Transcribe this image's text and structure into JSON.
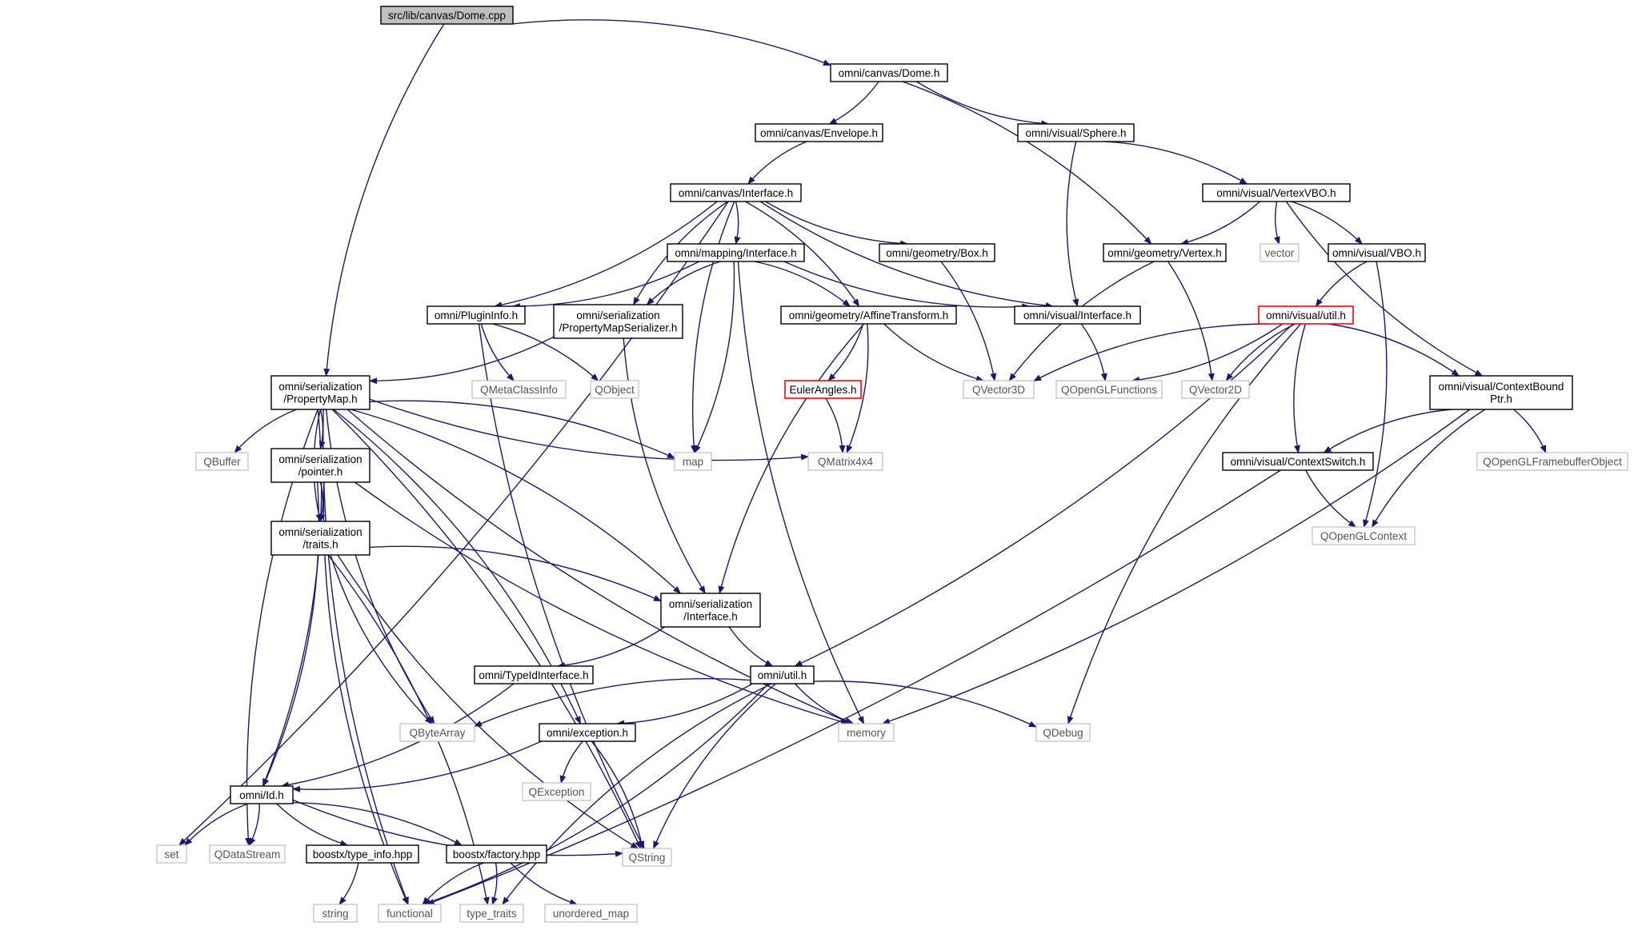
{
  "diagram": {
    "nodes": [
      {
        "id": "dome_cpp",
        "lines": [
          "src/lib/canvas/Dome.cpp"
        ],
        "style": "root"
      },
      {
        "id": "dome_h",
        "lines": [
          "omni/canvas/Dome.h"
        ],
        "style": "normal"
      },
      {
        "id": "envelope_h",
        "lines": [
          "omni/canvas/Envelope.h"
        ],
        "style": "normal"
      },
      {
        "id": "sphere_h",
        "lines": [
          "omni/visual/Sphere.h"
        ],
        "style": "normal"
      },
      {
        "id": "canvas_interface_h",
        "lines": [
          "omni/canvas/Interface.h"
        ],
        "style": "normal"
      },
      {
        "id": "vertexvbo_h",
        "lines": [
          "omni/visual/VertexVBO.h"
        ],
        "style": "normal"
      },
      {
        "id": "mapping_interface_h",
        "lines": [
          "omni/mapping/Interface.h"
        ],
        "style": "normal"
      },
      {
        "id": "box_h",
        "lines": [
          "omni/geometry/Box.h"
        ],
        "style": "normal"
      },
      {
        "id": "vertex_h",
        "lines": [
          "omni/geometry/Vertex.h"
        ],
        "style": "normal"
      },
      {
        "id": "vector",
        "lines": [
          "vector"
        ],
        "style": "system"
      },
      {
        "id": "vbo_h",
        "lines": [
          "omni/visual/VBO.h"
        ],
        "style": "normal"
      },
      {
        "id": "plugininfo_h",
        "lines": [
          "omni/PluginInfo.h"
        ],
        "style": "normal"
      },
      {
        "id": "pmserializer_h",
        "lines": [
          "omni/serialization",
          "/PropertyMapSerializer.h"
        ],
        "style": "normal"
      },
      {
        "id": "affine_h",
        "lines": [
          "omni/geometry/AffineTransform.h"
        ],
        "style": "normal"
      },
      {
        "id": "visual_interface_h",
        "lines": [
          "omni/visual/Interface.h"
        ],
        "style": "normal"
      },
      {
        "id": "util_visual_h",
        "lines": [
          "omni/visual/util.h"
        ],
        "style": "highlight"
      },
      {
        "id": "propertymap_h",
        "lines": [
          "omni/serialization",
          "/PropertyMap.h"
        ],
        "style": "normal"
      },
      {
        "id": "qmetaclassinfo",
        "lines": [
          "QMetaClassInfo"
        ],
        "style": "system"
      },
      {
        "id": "qobject",
        "lines": [
          "QObject"
        ],
        "style": "system"
      },
      {
        "id": "eulerangles_h",
        "lines": [
          "EulerAngles.h"
        ],
        "style": "highlight"
      },
      {
        "id": "qvector3d",
        "lines": [
          "QVector3D"
        ],
        "style": "system"
      },
      {
        "id": "qopenglfunctions",
        "lines": [
          "QOpenGLFunctions"
        ],
        "style": "system"
      },
      {
        "id": "qvector2d",
        "lines": [
          "QVector2D"
        ],
        "style": "system"
      },
      {
        "id": "contextboundptr_h",
        "lines": [
          "omni/visual/ContextBound",
          "Ptr.h"
        ],
        "style": "normal"
      },
      {
        "id": "qbuffer",
        "lines": [
          "QBuffer"
        ],
        "style": "system"
      },
      {
        "id": "pointer_h",
        "lines": [
          "omni/serialization",
          "/pointer.h"
        ],
        "style": "normal"
      },
      {
        "id": "map",
        "lines": [
          "map"
        ],
        "style": "system"
      },
      {
        "id": "qmatrix4x4",
        "lines": [
          "QMatrix4x4"
        ],
        "style": "system"
      },
      {
        "id": "contextswitch_h",
        "lines": [
          "omni/visual/ContextSwitch.h"
        ],
        "style": "normal"
      },
      {
        "id": "qopenglfbo",
        "lines": [
          "QOpenGLFramebufferObject"
        ],
        "style": "system"
      },
      {
        "id": "traits_h",
        "lines": [
          "omni/serialization",
          "/traits.h"
        ],
        "style": "normal"
      },
      {
        "id": "qopenglcontext",
        "lines": [
          "QOpenGLContext"
        ],
        "style": "system"
      },
      {
        "id": "ser_interface_h",
        "lines": [
          "omni/serialization",
          "/Interface.h"
        ],
        "style": "normal"
      },
      {
        "id": "typeidinterface_h",
        "lines": [
          "omni/TypeIdInterface.h"
        ],
        "style": "normal"
      },
      {
        "id": "util_h",
        "lines": [
          "omni/util.h"
        ],
        "style": "normal"
      },
      {
        "id": "qbytearray",
        "lines": [
          "QByteArray"
        ],
        "style": "system"
      },
      {
        "id": "exception_h",
        "lines": [
          "omni/exception.h"
        ],
        "style": "normal"
      },
      {
        "id": "memory",
        "lines": [
          "memory"
        ],
        "style": "system"
      },
      {
        "id": "qdebug",
        "lines": [
          "QDebug"
        ],
        "style": "system"
      },
      {
        "id": "qexception",
        "lines": [
          "QException"
        ],
        "style": "system"
      },
      {
        "id": "id_h",
        "lines": [
          "omni/Id.h"
        ],
        "style": "normal"
      },
      {
        "id": "set",
        "lines": [
          "set"
        ],
        "style": "system"
      },
      {
        "id": "qdatastream",
        "lines": [
          "QDataStream"
        ],
        "style": "system"
      },
      {
        "id": "type_info_hpp",
        "lines": [
          "boostx/type_info.hpp"
        ],
        "style": "normal"
      },
      {
        "id": "factory_hpp",
        "lines": [
          "boostx/factory.hpp"
        ],
        "style": "normal"
      },
      {
        "id": "qstring",
        "lines": [
          "QString"
        ],
        "style": "system"
      },
      {
        "id": "string",
        "lines": [
          "string"
        ],
        "style": "system"
      },
      {
        "id": "functional",
        "lines": [
          "functional"
        ],
        "style": "system"
      },
      {
        "id": "type_traits",
        "lines": [
          "type_traits"
        ],
        "style": "system"
      },
      {
        "id": "unordered_map",
        "lines": [
          "unordered_map"
        ],
        "style": "system"
      }
    ],
    "edges": [
      [
        "dome_cpp",
        "dome_h"
      ],
      [
        "dome_cpp",
        "propertymap_h"
      ],
      [
        "dome_h",
        "envelope_h"
      ],
      [
        "dome_h",
        "sphere_h"
      ],
      [
        "dome_h",
        "vertex_h"
      ],
      [
        "envelope_h",
        "canvas_interface_h"
      ],
      [
        "sphere_h",
        "vertexvbo_h"
      ],
      [
        "sphere_h",
        "visual_interface_h"
      ],
      [
        "canvas_interface_h",
        "mapping_interface_h"
      ],
      [
        "canvas_interface_h",
        "box_h"
      ],
      [
        "canvas_interface_h",
        "plugininfo_h"
      ],
      [
        "canvas_interface_h",
        "pmserializer_h"
      ],
      [
        "canvas_interface_h",
        "affine_h"
      ],
      [
        "canvas_interface_h",
        "visual_interface_h"
      ],
      [
        "canvas_interface_h",
        "set"
      ],
      [
        "canvas_interface_h",
        "map"
      ],
      [
        "vertexvbo_h",
        "vertex_h"
      ],
      [
        "vertexvbo_h",
        "vector"
      ],
      [
        "vertexvbo_h",
        "vbo_h"
      ],
      [
        "vertexvbo_h",
        "contextboundptr_h"
      ],
      [
        "mapping_interface_h",
        "plugininfo_h"
      ],
      [
        "mapping_interface_h",
        "pmserializer_h"
      ],
      [
        "mapping_interface_h",
        "affine_h"
      ],
      [
        "mapping_interface_h",
        "visual_interface_h"
      ],
      [
        "mapping_interface_h",
        "map"
      ],
      [
        "mapping_interface_h",
        "memory"
      ],
      [
        "box_h",
        "qvector3d"
      ],
      [
        "vertex_h",
        "qvector3d"
      ],
      [
        "vertex_h",
        "qvector2d"
      ],
      [
        "vbo_h",
        "util_visual_h"
      ],
      [
        "vbo_h",
        "qopenglcontext"
      ],
      [
        "plugininfo_h",
        "qmetaclassinfo"
      ],
      [
        "plugininfo_h",
        "qobject"
      ],
      [
        "plugininfo_h",
        "qstring"
      ],
      [
        "pmserializer_h",
        "propertymap_h"
      ],
      [
        "pmserializer_h",
        "ser_interface_h"
      ],
      [
        "affine_h",
        "eulerangles_h"
      ],
      [
        "affine_h",
        "qvector3d"
      ],
      [
        "affine_h",
        "qmatrix4x4"
      ],
      [
        "affine_h",
        "ser_interface_h"
      ],
      [
        "visual_interface_h",
        "qopenglfunctions"
      ],
      [
        "util_visual_h",
        "qvector3d"
      ],
      [
        "util_visual_h",
        "qopenglfunctions"
      ],
      [
        "util_visual_h",
        "qvector2d"
      ],
      [
        "util_visual_h",
        "contextboundptr_h"
      ],
      [
        "util_visual_h",
        "contextswitch_h"
      ],
      [
        "util_visual_h",
        "util_h"
      ],
      [
        "util_visual_h",
        "qdebug"
      ],
      [
        "eulerangles_h",
        "qmatrix4x4"
      ],
      [
        "contextboundptr_h",
        "contextswitch_h"
      ],
      [
        "contextboundptr_h",
        "qopenglfbo"
      ],
      [
        "contextboundptr_h",
        "qopenglcontext"
      ],
      [
        "contextboundptr_h",
        "memory"
      ],
      [
        "contextswitch_h",
        "qopenglcontext"
      ],
      [
        "contextswitch_h",
        "functional"
      ],
      [
        "propertymap_h",
        "qbuffer"
      ],
      [
        "propertymap_h",
        "pointer_h"
      ],
      [
        "propertymap_h",
        "traits_h"
      ],
      [
        "propertymap_h",
        "map"
      ],
      [
        "propertymap_h",
        "qmatrix4x4"
      ],
      [
        "propertymap_h",
        "ser_interface_h"
      ],
      [
        "propertymap_h",
        "qbytearray"
      ],
      [
        "propertymap_h",
        "exception_h"
      ],
      [
        "propertymap_h",
        "memory"
      ],
      [
        "propertymap_h",
        "id_h"
      ],
      [
        "propertymap_h",
        "qdatastream"
      ],
      [
        "propertymap_h",
        "qstring"
      ],
      [
        "propertymap_h",
        "functional"
      ],
      [
        "pointer_h",
        "traits_h"
      ],
      [
        "pointer_h",
        "memory"
      ],
      [
        "pointer_h",
        "id_h"
      ],
      [
        "pointer_h",
        "functional"
      ],
      [
        "traits_h",
        "ser_interface_h"
      ],
      [
        "traits_h",
        "qbytearray"
      ],
      [
        "traits_h",
        "type_traits"
      ],
      [
        "traits_h",
        "qstring"
      ],
      [
        "ser_interface_h",
        "typeidinterface_h"
      ],
      [
        "ser_interface_h",
        "util_h"
      ],
      [
        "typeidinterface_h",
        "id_h"
      ],
      [
        "util_h",
        "qbytearray"
      ],
      [
        "util_h",
        "exception_h"
      ],
      [
        "util_h",
        "memory"
      ],
      [
        "util_h",
        "qdebug"
      ],
      [
        "util_h",
        "qstring"
      ],
      [
        "util_h",
        "functional"
      ],
      [
        "util_h",
        "type_traits"
      ],
      [
        "exception_h",
        "id_h"
      ],
      [
        "exception_h",
        "qexception"
      ],
      [
        "exception_h",
        "qstring"
      ],
      [
        "id_h",
        "set"
      ],
      [
        "id_h",
        "qdatastream"
      ],
      [
        "id_h",
        "type_info_hpp"
      ],
      [
        "id_h",
        "factory_hpp"
      ],
      [
        "id_h",
        "qstring"
      ],
      [
        "type_info_hpp",
        "string"
      ],
      [
        "factory_hpp",
        "functional"
      ],
      [
        "factory_hpp",
        "type_traits"
      ],
      [
        "factory_hpp",
        "unordered_map"
      ]
    ]
  },
  "colors": {
    "edge": "#191970",
    "root_fill": "#bfbfbf",
    "normal_border": "#000000",
    "system_border": "#bfbfbf",
    "highlight_border": "#ff0000"
  }
}
